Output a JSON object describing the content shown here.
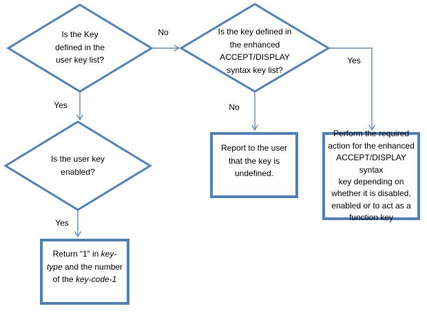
{
  "colors": {
    "shape_border": "#4f81bd",
    "connector": "#5f8dc7",
    "text": "#000000",
    "background": "#ffffff"
  },
  "nodes": {
    "decision_user_key_list": {
      "text": "Is the Key\ndefined in the\nuser key list?"
    },
    "decision_enhanced_list": {
      "text": "Is the key defined in\nthe enhanced\nACCEPT/DISPLAY\nsyntax key list?"
    },
    "decision_user_key_enabled": {
      "text": "Is the user key\nenabled?"
    },
    "process_report_undefined": {
      "text": "Report to the user\nthat the key is\nundefined."
    },
    "process_perform_action": {
      "text": "Perform the required\naction for the enhanced\nACCEPT/DISPLAY syntax\nkey depending on\nwhether it is disabled,\nenabled or to act as a\nfunction key"
    },
    "process_return_key": {
      "lines": [
        [
          {
            "text": "Return “1” in ",
            "italic": false
          },
          {
            "text": "key-",
            "italic": true
          }
        ],
        [
          {
            "text": "type",
            "italic": true
          },
          {
            "text": " and the number",
            "italic": false
          }
        ],
        [
          {
            "text": "of the ",
            "italic": false
          },
          {
            "text": "key-code-1",
            "italic": true
          }
        ]
      ]
    }
  },
  "edge_labels": {
    "no_to_enhanced_list": "No",
    "yes_to_key_enabled": "Yes",
    "no_to_report_undefined": "No",
    "yes_to_perform_action": "Yes",
    "yes_to_return_key": "Yes"
  }
}
